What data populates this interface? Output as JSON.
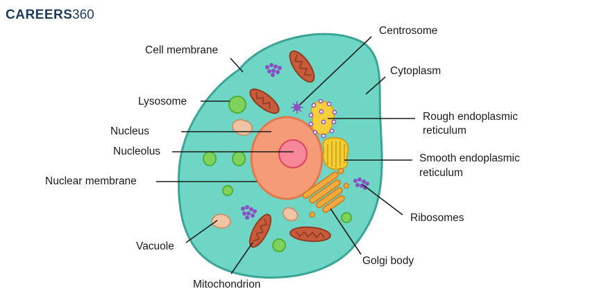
{
  "brand": {
    "logo_word": "CAREERS",
    "logo_number": "360"
  },
  "labels": {
    "cell_membrane": "Cell membrane",
    "lysosome": "Lysosome",
    "nucleus": "Nucleus",
    "nucleolus": "Nucleolus",
    "nuclear_membrane": "Nuclear membrane",
    "vacuole": "Vacuole",
    "mitochondrion": "Mitochondrion",
    "centrosome": "Centrosome",
    "cytoplasm": "Cytoplasm",
    "rough_er_line1": "Rough endoplasmic",
    "rough_er_line2": "reticulum",
    "smooth_er_line1": "Smooth endoplasmic",
    "smooth_er_line2": "reticulum",
    "ribosomes": "Ribosomes",
    "golgi_body": "Golgi body"
  },
  "colors": {
    "cytoplasm": "#6fd6c6",
    "membrane": "#3aa595",
    "nuclear_membrane": "#e2784e",
    "nucleus": "#f59b77",
    "nucleolus": "#f7889a",
    "mitochondrion": "#c65b3a",
    "lysosome": "#7fd35d",
    "vacuole": "#f1c4a4",
    "ribosome": "#8a4fc2",
    "rough_er": "#f6cf3a",
    "smooth_er": "#f4ce33",
    "golgi": "#f3a940",
    "brand": "#1d3b5a"
  }
}
